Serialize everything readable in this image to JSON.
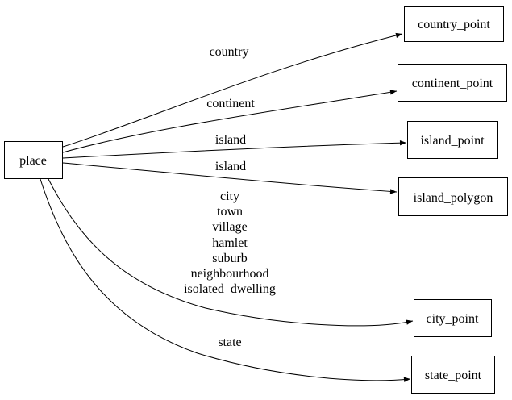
{
  "diagram": {
    "type": "directed-graph",
    "colors": {
      "background": "#ffffff",
      "line": "#000000",
      "text": "#000000"
    },
    "nodes": [
      {
        "id": "place",
        "label": "place"
      },
      {
        "id": "country_point",
        "label": "country_point"
      },
      {
        "id": "continent_point",
        "label": "continent_point"
      },
      {
        "id": "island_point",
        "label": "island_point"
      },
      {
        "id": "island_polygon",
        "label": "island_polygon"
      },
      {
        "id": "city_point",
        "label": "city_point"
      },
      {
        "id": "state_point",
        "label": "state_point"
      }
    ],
    "edges": [
      {
        "from": "place",
        "to": "country_point",
        "label": "country"
      },
      {
        "from": "place",
        "to": "continent_point",
        "label": "continent"
      },
      {
        "from": "place",
        "to": "island_point",
        "label": "island"
      },
      {
        "from": "place",
        "to": "island_polygon",
        "label": "island"
      },
      {
        "from": "place",
        "to": "city_point",
        "label_lines": [
          "city",
          "town",
          "village",
          "hamlet",
          "suburb",
          "neighbourhood",
          "isolated_dwelling"
        ]
      },
      {
        "from": "place",
        "to": "state_point",
        "label": "state"
      }
    ]
  }
}
